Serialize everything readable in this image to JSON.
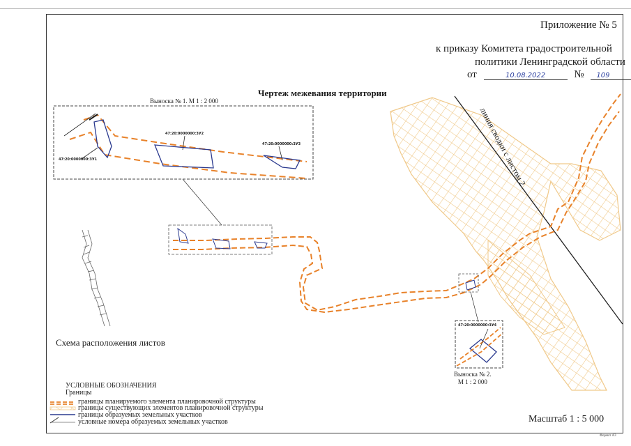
{
  "header": {
    "appendix": "Приложение № 5",
    "order_line1": "к приказу Комитета градостроительной",
    "order_line2": "политики Ленинградской области",
    "order_from": "от",
    "order_date": "10.08.2022",
    "order_no_label": "№",
    "order_no": "109"
  },
  "drawing": {
    "title": "Чертеж межевания территории",
    "callout1_title": "Выноска № 1. М 1 : 2 000",
    "callout2_title_line1": "Выноска № 2.",
    "callout2_title_line2": "М 1 : 2 000",
    "plot_labels": [
      "47:20:0000000:ЗУ1",
      "47:20:0000000:ЗУ2",
      "47:20:0000000:ЗУ3",
      "47:20:0000000:ЗУ4"
    ],
    "seam_line_label": "линия сводки с листом 2",
    "scheme_caption": "Схема расположения листов",
    "scale": "Масштаб 1 : 5 000",
    "format": "Формат А3"
  },
  "legend": {
    "title": "УСЛОВНЫЕ ОБОЗНАЧЕНИЯ",
    "subtitle": "Границы",
    "items": [
      "границы планируемого элемента планировочной структуры",
      "границы существующих элементов планировочной структуры",
      "границы образуемых земельных участков",
      "условные номера образуемых земельных участков"
    ]
  },
  "colors": {
    "planned_boundary": "#e8822a",
    "existing_boundary": "#f0c98a",
    "plot_boundary": "#2b3a8f",
    "text": "#1a1a1a"
  }
}
